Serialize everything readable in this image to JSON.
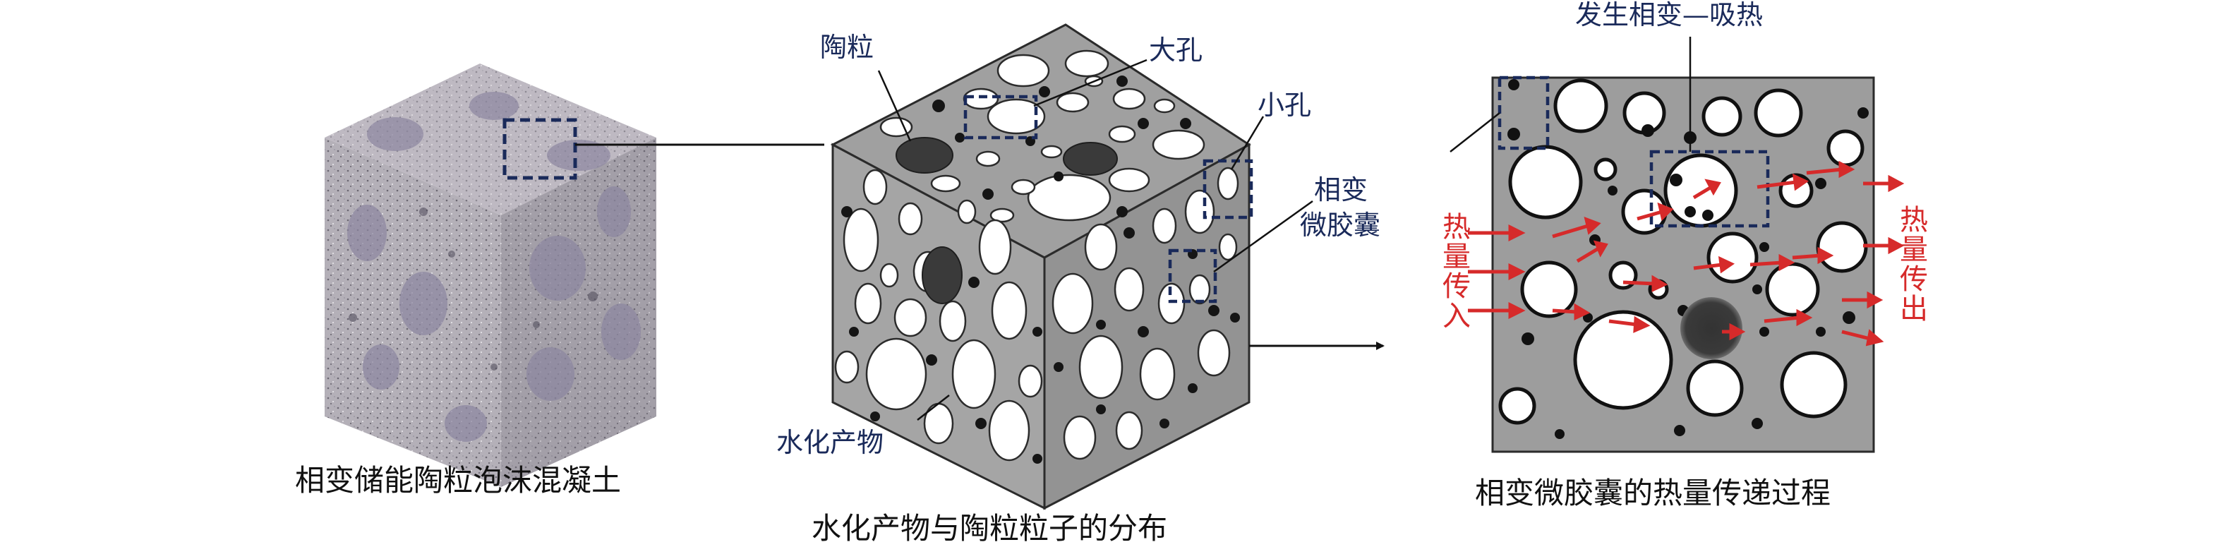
{
  "colors": {
    "gray_face": "#a5a5a5",
    "gray_top": "#9f9f9f",
    "gray_right": "#929292",
    "outline": "#2b2b2b",
    "label_blue": "#1a2a5a",
    "heat_red": "#d62a2a",
    "dark_particle": "#3a3a3a"
  },
  "labels": {
    "ceramsite": "陶粒",
    "large_pore": "大孔",
    "small_pore": "小孔",
    "pcm_line1": "相变",
    "pcm_line2": "微胶囊",
    "hydration_product": "水化产物",
    "phase_change_absorb": "发生相变—吸热",
    "heat_in": "热量传入",
    "heat_out": "热量传出"
  },
  "captions": {
    "left": "相变储能陶粒泡沫混凝土",
    "middle": "水化产物与陶粒粒子的分布",
    "right": "相变微胶囊的热量传递过程"
  }
}
